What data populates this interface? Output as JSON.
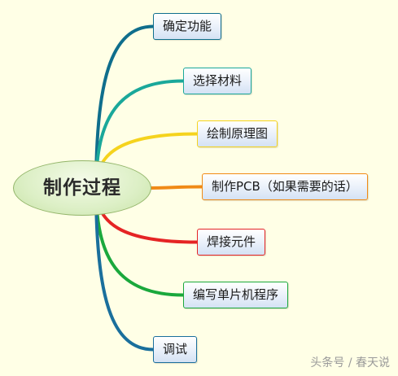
{
  "diagram": {
    "root": {
      "label": "制作过程"
    },
    "branches": [
      {
        "label": "确定功能",
        "color": "#0f6e8c"
      },
      {
        "label": "选择材料",
        "color": "#1aa89a"
      },
      {
        "label": "绘制原理图",
        "color": "#f5d31d"
      },
      {
        "label": "制作PCB（如果需要的话）",
        "color": "#f08a16"
      },
      {
        "label": "焊接元件",
        "color": "#e52424"
      },
      {
        "label": "编写单片机程序",
        "color": "#1aa83c"
      },
      {
        "label": "调试",
        "color": "#1a6f9c"
      }
    ]
  },
  "watermark": "头条号 / 春天说"
}
